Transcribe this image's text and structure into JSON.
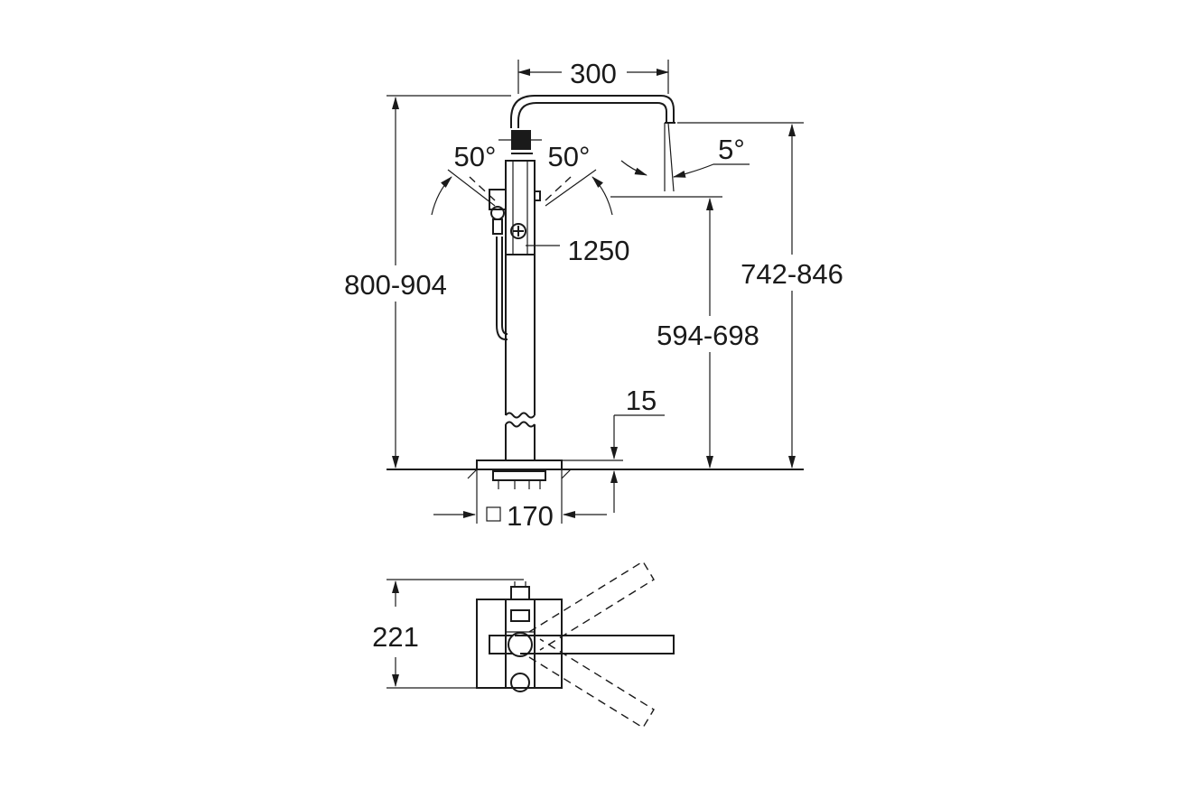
{
  "dimensions": {
    "spout_reach": "300",
    "handle_angle_left": "50°",
    "handle_angle_right": "50°",
    "spout_tilt": "5°",
    "hose_length": "1250",
    "total_height": "800-904",
    "spout_outlet_height": "742-846",
    "handshower_holder_height": "594-698",
    "floor_offset": "15",
    "base_square": "170",
    "plan_depth": "221"
  },
  "colors": {
    "line": "#1a1a1a",
    "background": "#ffffff"
  }
}
